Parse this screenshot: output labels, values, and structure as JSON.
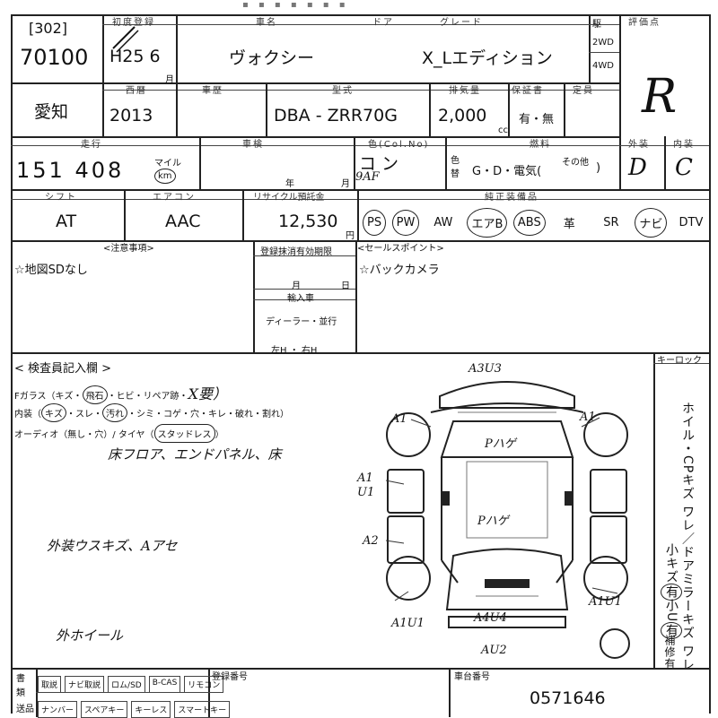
{
  "header": {
    "lot_box": "[302]",
    "lot_number": "70100",
    "first_reg_label": "初度登録",
    "first_reg": "H25 6",
    "month_unit": "月",
    "model_label": "車名",
    "model": "ヴォクシー",
    "door_label": "ドア",
    "grade_label": "グレード",
    "grade": "X_Lエディション",
    "drive_2wd": "2WD",
    "drive_4wd": "4WD",
    "score_label": "評価点",
    "score": "R"
  },
  "row2": {
    "region": "愛知",
    "year_label": "西暦",
    "year": "2013",
    "history_label": "車歴",
    "model_code_label": "型式",
    "model_code": "DBA - ZRR70G",
    "displacement_label": "排気量",
    "displacement": "2,000",
    "cc_unit": "cc",
    "warranty_label": "保証書",
    "warranty": "有・無",
    "capacity_label": "定員"
  },
  "row3": {
    "mileage_label": "走行",
    "mileage": "151 408",
    "mile_unit": "マイル",
    "km_unit": "km",
    "inspection_label": "車検",
    "year_unit": "年",
    "month_unit": "月",
    "color_label": "色(Col.No)",
    "color": "コン",
    "color_no": "9AF",
    "color_change_label": "色替",
    "fuel_label": "燃料",
    "fuel": "G・D・電気(",
    "fuel_other": "その他",
    "fuel_close": ")",
    "exterior_label": "外装",
    "exterior": "D",
    "interior_label": "内装",
    "interior": "C"
  },
  "row4": {
    "shift_label": "シフト",
    "shift": "AT",
    "aircon_label": "エアコン",
    "aircon": "AAC",
    "recycle_label": "リサイクル預託金",
    "recycle": "12,530",
    "yen_unit": "円",
    "equipment_label": "純正装備品",
    "equipment": [
      "PS",
      "PW",
      "AW",
      "エアB",
      "ABS",
      "革",
      "SR",
      "ナビ",
      "DTV"
    ],
    "equipment_circled": [
      true,
      true,
      false,
      true,
      true,
      false,
      false,
      true,
      false
    ]
  },
  "row5": {
    "notes_label": "<注意事項>",
    "notes": "☆地図SDなし",
    "reg_expiry_label": "登録抹消有効期限",
    "month_unit": "月",
    "day_unit": "日",
    "import_label": "輸入車",
    "import_dealer": "ディーラー・並行",
    "steering": "左H ・ 右H",
    "sales_label": "<セールスポイント>",
    "sales": "☆バックカメラ"
  },
  "inspector": {
    "title": "< 検査員記入欄 >",
    "line1": "Fガラス（キズ・",
    "line1_circled": "飛石",
    "line1_rest": "・ヒビ・リペア跡・",
    "line1_mark": "X要）",
    "line2": "内装（",
    "line2_c1": "キズ",
    "line2_mid": "・スレ・",
    "line2_c2": "汚れ",
    "line2_rest": "・シミ・コゲ・穴・キレ・破れ・割れ）",
    "line3": "オーディオ（無し・穴）/ タイヤ（",
    "line3_circled": "スタッドレス",
    "line3_close": "）",
    "hand1": "床フロア、エンドパネル、床",
    "hand2": "外装ウスキズ、Aアセ",
    "hand3": "外ホイール"
  },
  "diagram": {
    "keylock_label": "キーロック",
    "codes": {
      "top": "A3U3",
      "left_front": "A1",
      "right_front": "A1",
      "hood": "Pハゲ",
      "left_mid": "A1",
      "left_mid2": "U1",
      "roof": "Pハゲ",
      "left_rear": "A2",
      "right_rear": "A1U1",
      "left_bottom": "A1U1",
      "rear_panel": "A4U4",
      "bottom": "AU2"
    }
  },
  "side_text": {
    "text1": "ホイル・CPキズ ワレ／ドアミラーキズ ワレ",
    "small_label": "小キズ",
    "small_mark": "有",
    "small_u_label": "小U",
    "small_u_mark": "有",
    "repair_label": "補修有"
  },
  "footer": {
    "docs_label": "書類",
    "boxes_top": [
      "取説",
      "ナビ取説",
      "ロム/SD",
      "B-CAS",
      "リモコン"
    ],
    "boxes_bottom": [
      "ナンバー",
      "スペアキー",
      "キーレス",
      "スマートキー"
    ],
    "reg_no_label": "登録番号",
    "chassis_label": "車台番号",
    "chassis": "0571646",
    "aux_label": "送品"
  }
}
